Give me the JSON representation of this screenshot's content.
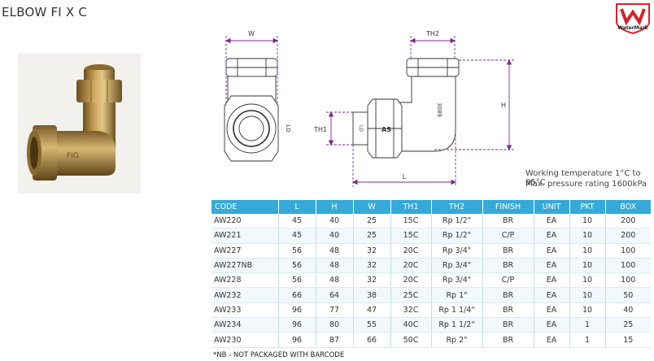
{
  "title": "ELBOW FI X C",
  "logo": {
    "text": "WaterMark",
    "color": "#d8232a"
  },
  "drawing": {
    "dims": {
      "w": "W",
      "th2": "TH2",
      "h": "H",
      "th1": "TH1",
      "l": "L"
    },
    "marks": {
      "ld": "LD",
      "as": "AS",
      "stamp_side": "LD",
      "stamp_top": "3089"
    },
    "accent_color": "#7b2d8e"
  },
  "specs": {
    "temperature": "Working temperature 1°C to 95°C",
    "pressure": "Max. pressure rating 1600kPa"
  },
  "table": {
    "header_color": "#35a9d8",
    "columns": [
      "CODE",
      "L",
      "H",
      "W",
      "TH1",
      "TH2",
      "FINISH",
      "UNIT",
      "PKT",
      "BOX"
    ],
    "rows": [
      [
        "AW220",
        "45",
        "40",
        "25",
        "15C",
        "Rp 1/2\"",
        "BR",
        "EA",
        "10",
        "200"
      ],
      [
        "AW221",
        "45",
        "40",
        "25",
        "15C",
        "Rp 1/2\"",
        "C/P",
        "EA",
        "10",
        "200"
      ],
      [
        "AW227",
        "56",
        "48",
        "32",
        "20C",
        "Rp 3/4\"",
        "BR",
        "EA",
        "10",
        "100"
      ],
      [
        "AW227NB",
        "56",
        "48",
        "32",
        "20C",
        "Rp 3/4\"",
        "BR",
        "EA",
        "10",
        "100"
      ],
      [
        "AW228",
        "56",
        "48",
        "32",
        "20C",
        "Rp 3/4\"",
        "C/P",
        "EA",
        "10",
        "100"
      ],
      [
        "AW232",
        "66",
        "64",
        "38",
        "25C",
        "Rp 1\"",
        "BR",
        "EA",
        "10",
        "50"
      ],
      [
        "AW233",
        "96",
        "77",
        "47",
        "32C",
        "Rp 1 1/4\"",
        "BR",
        "EA",
        "10",
        "40"
      ],
      [
        "AW234",
        "96",
        "80",
        "55",
        "40C",
        "Rp 1 1/2\"",
        "BR",
        "EA",
        "1",
        "25"
      ],
      [
        "AW230",
        "96",
        "87",
        "66",
        "50C",
        "Rp 2\"",
        "BR",
        "EA",
        "1",
        "15"
      ]
    ]
  },
  "footnote": "*NB - NOT PACKAGED WITH BARCODE"
}
